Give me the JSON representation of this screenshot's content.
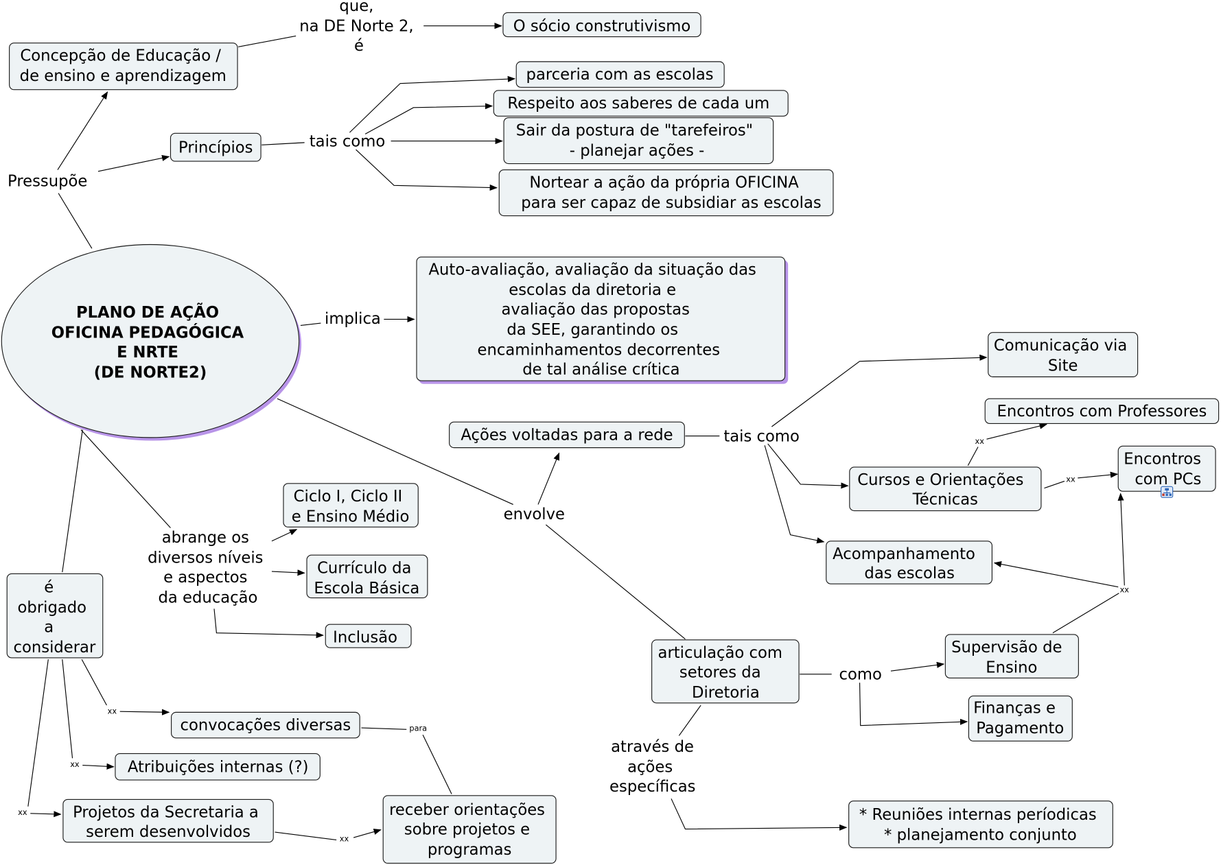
{
  "root": {
    "lines": [
      "PLANO DE AÇÃO",
      "OFICINA PEDAGÓGICA",
      "E NRTE",
      "(DE  NORTE2)"
    ],
    "shadow_color": "#b894e8"
  },
  "concepts": {
    "concepcao": [
      "Concepção de Educação /",
      "de ensino e aprendizagem"
    ],
    "socio": [
      "O sócio construtivismo"
    ],
    "principios": [
      "Princípios"
    ],
    "parceria": [
      "parceria com as escolas"
    ],
    "respeito": [
      "Respeito aos saberes de cada um"
    ],
    "sair": [
      "Sair da postura de \"tarefeiros\"",
      "- planejar ações -"
    ],
    "nortear": [
      "Nortear a ação da própria OFICINA",
      "para ser capaz de subsidiar as escolas"
    ],
    "auto": [
      "Auto-avaliação, avaliação da situação das",
      "escolas da diretoria e",
      "avaliação das propostas",
      "da SEE, garantindo os",
      "encaminhamentos decorrentes",
      "de tal análise crítica"
    ],
    "acoes_rede": [
      "Ações voltadas para a rede"
    ],
    "comunicacao": [
      "Comunicação via",
      "Site"
    ],
    "enc_prof": [
      "Encontros com Professores"
    ],
    "cursos": [
      "Cursos e Orientações",
      "Técnicas"
    ],
    "enc_pcs": [
      "Encontros",
      "com PCs"
    ],
    "acompanhamento": [
      "Acompanhamento",
      "das escolas"
    ],
    "ciclo": [
      "Ciclo I, Ciclo II",
      "e Ensino Médio"
    ],
    "curriculo": [
      "Currículo da",
      "Escola Básica"
    ],
    "inclusao": [
      "Inclusão"
    ],
    "obrigado": [
      "é",
      "obrigado",
      "a",
      "considerar"
    ],
    "convocacoes": [
      "convocações diversas"
    ],
    "atribuicoes": [
      "Atribuições internas (?)"
    ],
    "projetos": [
      "Projetos da Secretaria a",
      "serem desenvolvidos"
    ],
    "receber": [
      "receber orientações",
      "sobre projetos e",
      "programas"
    ],
    "articulacao": [
      "articulação com",
      "setores da",
      "Diretoria"
    ],
    "supervisao": [
      "Supervisão de",
      "Ensino"
    ],
    "financas": [
      "Finanças e",
      "Pagamento"
    ],
    "reunioes": [
      "* Reuniões internas períodicas",
      "* planejamento conjunto"
    ]
  },
  "links": {
    "que": [
      "que,",
      "na DE Norte 2,",
      "é"
    ],
    "pressupoe": [
      "Pressupõe"
    ],
    "tais_como_1": [
      "tais como"
    ],
    "implica": [
      "implica"
    ],
    "envolve": [
      "envolve"
    ],
    "tais_como_2": [
      "tais como"
    ],
    "abrange": [
      "abrange os",
      "diversos níveis",
      "e aspectos",
      "da educação"
    ],
    "como": [
      "como"
    ],
    "atraves": [
      "através de",
      "ações",
      "específicas"
    ],
    "xx": "xx",
    "para": "para"
  },
  "icons": {
    "submap": "concept-map-icon"
  }
}
